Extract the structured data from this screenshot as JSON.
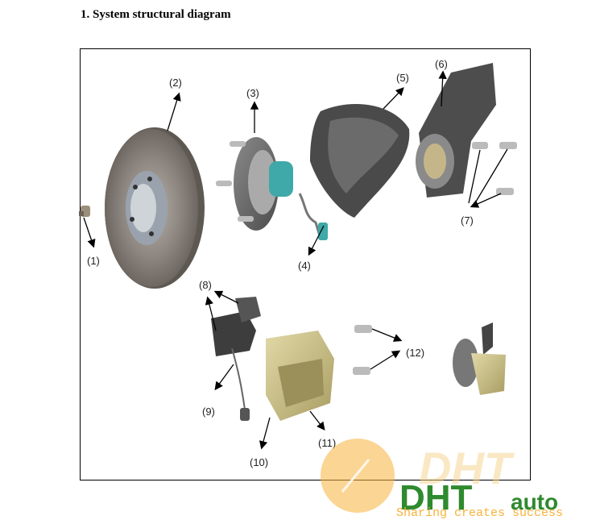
{
  "heading": "1. System structural diagram",
  "parts": [
    {
      "id": "1",
      "label": "(1)"
    },
    {
      "id": "2",
      "label": "(2)"
    },
    {
      "id": "3",
      "label": "(3)"
    },
    {
      "id": "4",
      "label": "(4)"
    },
    {
      "id": "5",
      "label": "(5)"
    },
    {
      "id": "6",
      "label": "(6)"
    },
    {
      "id": "7",
      "label": "(7)"
    },
    {
      "id": "8",
      "label": "(8)"
    },
    {
      "id": "9",
      "label": "(9)"
    },
    {
      "id": "10",
      "label": "(10)"
    },
    {
      "id": "11",
      "label": "(11)"
    },
    {
      "id": "12",
      "label": "(12)"
    }
  ],
  "watermark": {
    "brand_bg": "DHT",
    "brand_fg": "DHT",
    "brand_suffix": "auto",
    "tagline": "Sharing creates success"
  },
  "colors": {
    "accent_green": "#2f8a2f",
    "watermark_orange": "#f7b23a",
    "watermark_blue": "#1f3f8a"
  }
}
